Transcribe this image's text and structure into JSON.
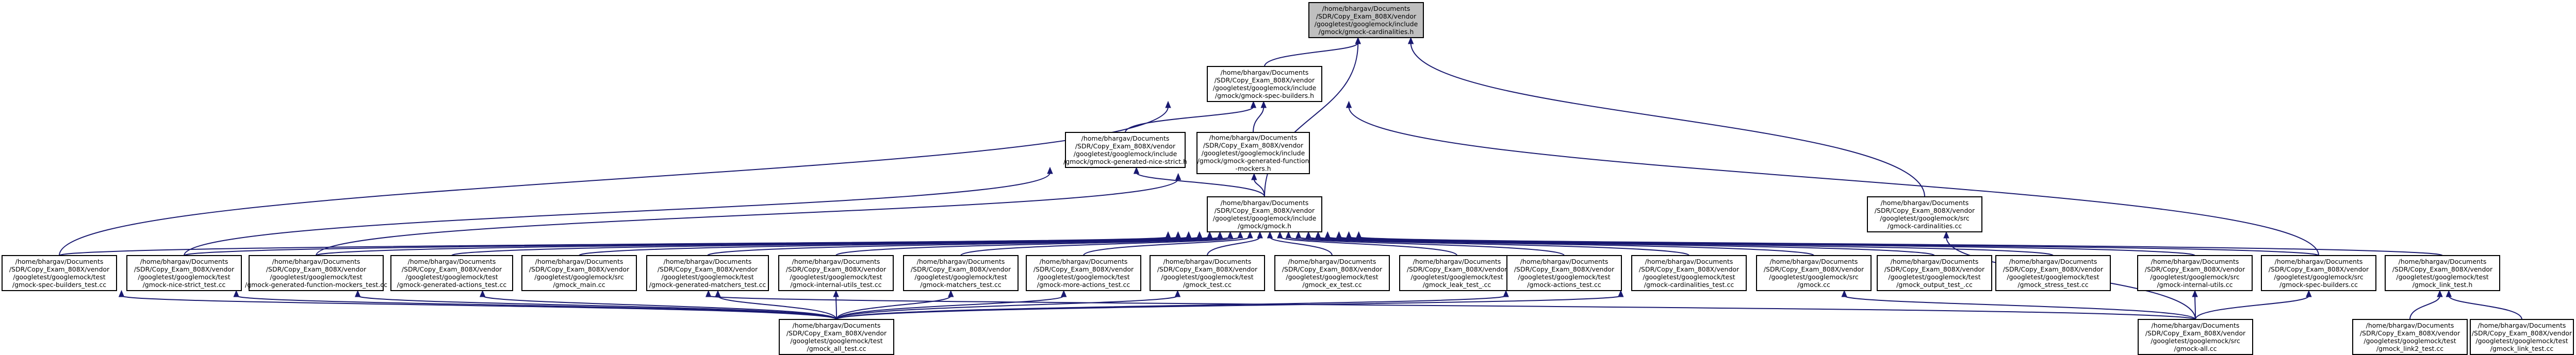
{
  "diagram": {
    "title": "",
    "nodes": [
      {
        "id": "root",
        "root": true,
        "lines": [
          "/home/bhargav/Documents",
          "/SDR/Copy_Exam_808X/vendor",
          "/googletest/googlemock/include",
          "/gmock/gmock-cardinalities.h"
        ]
      },
      {
        "id": "spec_builders_h",
        "lines": [
          "/home/bhargav/Documents",
          "/SDR/Copy_Exam_808X/vendor",
          "/googletest/googlemock/include",
          "/gmock/gmock-spec-builders.h"
        ]
      },
      {
        "id": "nice_strict_h",
        "lines": [
          "/home/bhargav/Documents",
          "/SDR/Copy_Exam_808X/vendor",
          "/googletest/googlemock/include",
          "/gmock/gmock-generated-nice-strict.h"
        ]
      },
      {
        "id": "function_mockers_h",
        "lines": [
          "/home/bhargav/Documents",
          "/SDR/Copy_Exam_808X/vendor",
          "/googletest/googlemock/include",
          "/gmock/gmock-generated-function",
          "-mockers.h"
        ]
      },
      {
        "id": "gmock_h",
        "lines": [
          "/home/bhargav/Documents",
          "/SDR/Copy_Exam_808X/vendor",
          "/googletest/googlemock/include",
          "/gmock/gmock.h"
        ]
      },
      {
        "id": "cardinalities_cc",
        "lines": [
          "/home/bhargav/Documents",
          "/SDR/Copy_Exam_808X/vendor",
          "/googletest/googlemock/src",
          "/gmock-cardinalities.cc"
        ]
      },
      {
        "id": "t_spec_builders_test",
        "lines": [
          "/home/bhargav/Documents",
          "/SDR/Copy_Exam_808X/vendor",
          "/googletest/googlemock/test",
          "/gmock-spec-builders_test.cc"
        ]
      },
      {
        "id": "t_nice_strict_test",
        "lines": [
          "/home/bhargav/Documents",
          "/SDR/Copy_Exam_808X/vendor",
          "/googletest/googlemock/test",
          "/gmock-nice-strict_test.cc"
        ]
      },
      {
        "id": "t_function_mockers_test",
        "lines": [
          "/home/bhargav/Documents",
          "/SDR/Copy_Exam_808X/vendor",
          "/googletest/googlemock/test",
          "/gmock-generated-function-mockers_test.cc"
        ]
      },
      {
        "id": "t_generated_actions_test",
        "lines": [
          "/home/bhargav/Documents",
          "/SDR/Copy_Exam_808X/vendor",
          "/googletest/googlemock/test",
          "/gmock-generated-actions_test.cc"
        ]
      },
      {
        "id": "t_gmock_main",
        "lines": [
          "/home/bhargav/Documents",
          "/SDR/Copy_Exam_808X/vendor",
          "/googletest/googlemock/src",
          "/gmock_main.cc"
        ]
      },
      {
        "id": "t_generated_matchers_test",
        "lines": [
          "/home/bhargav/Documents",
          "/SDR/Copy_Exam_808X/vendor",
          "/googletest/googlemock/test",
          "/gmock-generated-matchers_test.cc"
        ]
      },
      {
        "id": "t_internal_utils_test",
        "lines": [
          "/home/bhargav/Documents",
          "/SDR/Copy_Exam_808X/vendor",
          "/googletest/googlemock/test",
          "/gmock-internal-utils_test.cc"
        ]
      },
      {
        "id": "t_matchers_test",
        "lines": [
          "/home/bhargav/Documents",
          "/SDR/Copy_Exam_808X/vendor",
          "/googletest/googlemock/test",
          "/gmock-matchers_test.cc"
        ]
      },
      {
        "id": "t_more_actions_test",
        "lines": [
          "/home/bhargav/Documents",
          "/SDR/Copy_Exam_808X/vendor",
          "/googletest/googlemock/test",
          "/gmock-more-actions_test.cc"
        ]
      },
      {
        "id": "t_gmock_test",
        "lines": [
          "/home/bhargav/Documents",
          "/SDR/Copy_Exam_808X/vendor",
          "/googletest/googlemock/test",
          "/gmock_test.cc"
        ]
      },
      {
        "id": "t_ex_test",
        "lines": [
          "/home/bhargav/Documents",
          "/SDR/Copy_Exam_808X/vendor",
          "/googletest/googlemock/test",
          "/gmock_ex_test.cc"
        ]
      },
      {
        "id": "t_leak_test",
        "lines": [
          "/home/bhargav/Documents",
          "/SDR/Copy_Exam_808X/vendor",
          "/googletest/googlemock/test",
          "/gmock_leak_test_.cc"
        ]
      },
      {
        "id": "t_actions_test",
        "lines": [
          "/home/bhargav/Documents",
          "/SDR/Copy_Exam_808X/vendor",
          "/googletest/googlemock/test",
          "/gmock-actions_test.cc"
        ]
      },
      {
        "id": "t_cardinalities_test",
        "lines": [
          "/home/bhargav/Documents",
          "/SDR/Copy_Exam_808X/vendor",
          "/googletest/googlemock/test",
          "/gmock-cardinalities_test.cc"
        ]
      },
      {
        "id": "t_gmock_cc",
        "lines": [
          "/home/bhargav/Documents",
          "/SDR/Copy_Exam_808X/vendor",
          "/googletest/googlemock/src",
          "/gmock.cc"
        ]
      },
      {
        "id": "t_output_test",
        "lines": [
          "/home/bhargav/Documents",
          "/SDR/Copy_Exam_808X/vendor",
          "/googletest/googlemock/test",
          "/gmock_output_test_.cc"
        ]
      },
      {
        "id": "t_stress_test",
        "lines": [
          "/home/bhargav/Documents",
          "/SDR/Copy_Exam_808X/vendor",
          "/googletest/googlemock/test",
          "/gmock_stress_test.cc"
        ]
      },
      {
        "id": "t_internal_utils_cc",
        "lines": [
          "/home/bhargav/Documents",
          "/SDR/Copy_Exam_808X/vendor",
          "/googletest/googlemock/src",
          "/gmock-internal-utils.cc"
        ]
      },
      {
        "id": "t_spec_builders_cc",
        "lines": [
          "/home/bhargav/Documents",
          "/SDR/Copy_Exam_808X/vendor",
          "/googletest/googlemock/src",
          "/gmock-spec-builders.cc"
        ]
      },
      {
        "id": "t_link_test_h",
        "lines": [
          "/home/bhargav/Documents",
          "/SDR/Copy_Exam_808X/vendor",
          "/googletest/googlemock/test",
          "/gmock_link_test.h"
        ]
      },
      {
        "id": "all_test",
        "lines": [
          "/home/bhargav/Documents",
          "/SDR/Copy_Exam_808X/vendor",
          "/googletest/googlemock/test",
          "/gmock_all_test.cc"
        ]
      },
      {
        "id": "gmock_all",
        "lines": [
          "/home/bhargav/Documents",
          "/SDR/Copy_Exam_808X/vendor",
          "/googletest/googlemock/src",
          "/gmock-all.cc"
        ]
      },
      {
        "id": "link2_test",
        "lines": [
          "/home/bhargav/Documents",
          "/SDR/Copy_Exam_808X/vendor",
          "/googletest/googlemock/test",
          "/gmock_link2_test.cc"
        ]
      },
      {
        "id": "link_test",
        "lines": [
          "/home/bhargav/Documents",
          "/SDR/Copy_Exam_808X/vendor",
          "/googletest/googlemock/test",
          "/gmock_link_test.cc"
        ]
      }
    ],
    "edges": [
      [
        "root",
        "spec_builders_h"
      ],
      [
        "root",
        "gmock_h"
      ],
      [
        "root",
        "cardinalities_cc"
      ],
      [
        "spec_builders_h",
        "nice_strict_h"
      ],
      [
        "spec_builders_h",
        "function_mockers_h"
      ],
      [
        "spec_builders_h",
        "t_spec_builders_test"
      ],
      [
        "spec_builders_h",
        "t_spec_builders_cc"
      ],
      [
        "nice_strict_h",
        "gmock_h"
      ],
      [
        "nice_strict_h",
        "t_nice_strict_test"
      ],
      [
        "function_mockers_h",
        "gmock_h"
      ],
      [
        "function_mockers_h",
        "t_function_mockers_test"
      ],
      [
        "gmock_h",
        "t_spec_builders_test"
      ],
      [
        "gmock_h",
        "t_nice_strict_test"
      ],
      [
        "gmock_h",
        "t_function_mockers_test"
      ],
      [
        "gmock_h",
        "t_generated_actions_test"
      ],
      [
        "gmock_h",
        "t_gmock_main"
      ],
      [
        "gmock_h",
        "t_generated_matchers_test"
      ],
      [
        "gmock_h",
        "t_internal_utils_test"
      ],
      [
        "gmock_h",
        "t_matchers_test"
      ],
      [
        "gmock_h",
        "t_more_actions_test"
      ],
      [
        "gmock_h",
        "t_gmock_test"
      ],
      [
        "gmock_h",
        "t_ex_test"
      ],
      [
        "gmock_h",
        "t_leak_test"
      ],
      [
        "gmock_h",
        "t_actions_test"
      ],
      [
        "gmock_h",
        "t_cardinalities_test"
      ],
      [
        "gmock_h",
        "t_gmock_cc"
      ],
      [
        "gmock_h",
        "t_output_test"
      ],
      [
        "gmock_h",
        "t_stress_test"
      ],
      [
        "gmock_h",
        "t_internal_utils_cc"
      ],
      [
        "gmock_h",
        "t_spec_builders_cc"
      ],
      [
        "gmock_h",
        "t_link_test_h"
      ],
      [
        "cardinalities_cc",
        "gmock_all"
      ],
      [
        "t_spec_builders_test",
        "all_test"
      ],
      [
        "t_nice_strict_test",
        "all_test"
      ],
      [
        "t_function_mockers_test",
        "all_test"
      ],
      [
        "t_generated_actions_test",
        "all_test"
      ],
      [
        "t_generated_matchers_test",
        "all_test"
      ],
      [
        "t_internal_utils_test",
        "all_test"
      ],
      [
        "t_matchers_test",
        "all_test"
      ],
      [
        "t_more_actions_test",
        "all_test"
      ],
      [
        "t_gmock_test",
        "all_test"
      ],
      [
        "t_actions_test",
        "all_test"
      ],
      [
        "t_cardinalities_test",
        "all_test"
      ],
      [
        "t_gmock_main",
        "gmock_all"
      ],
      [
        "t_gmock_cc",
        "gmock_all"
      ],
      [
        "t_internal_utils_cc",
        "gmock_all"
      ],
      [
        "t_spec_builders_cc",
        "gmock_all"
      ],
      [
        "t_link_test_h",
        "link2_test"
      ],
      [
        "t_link_test_h",
        "link_test"
      ]
    ]
  }
}
